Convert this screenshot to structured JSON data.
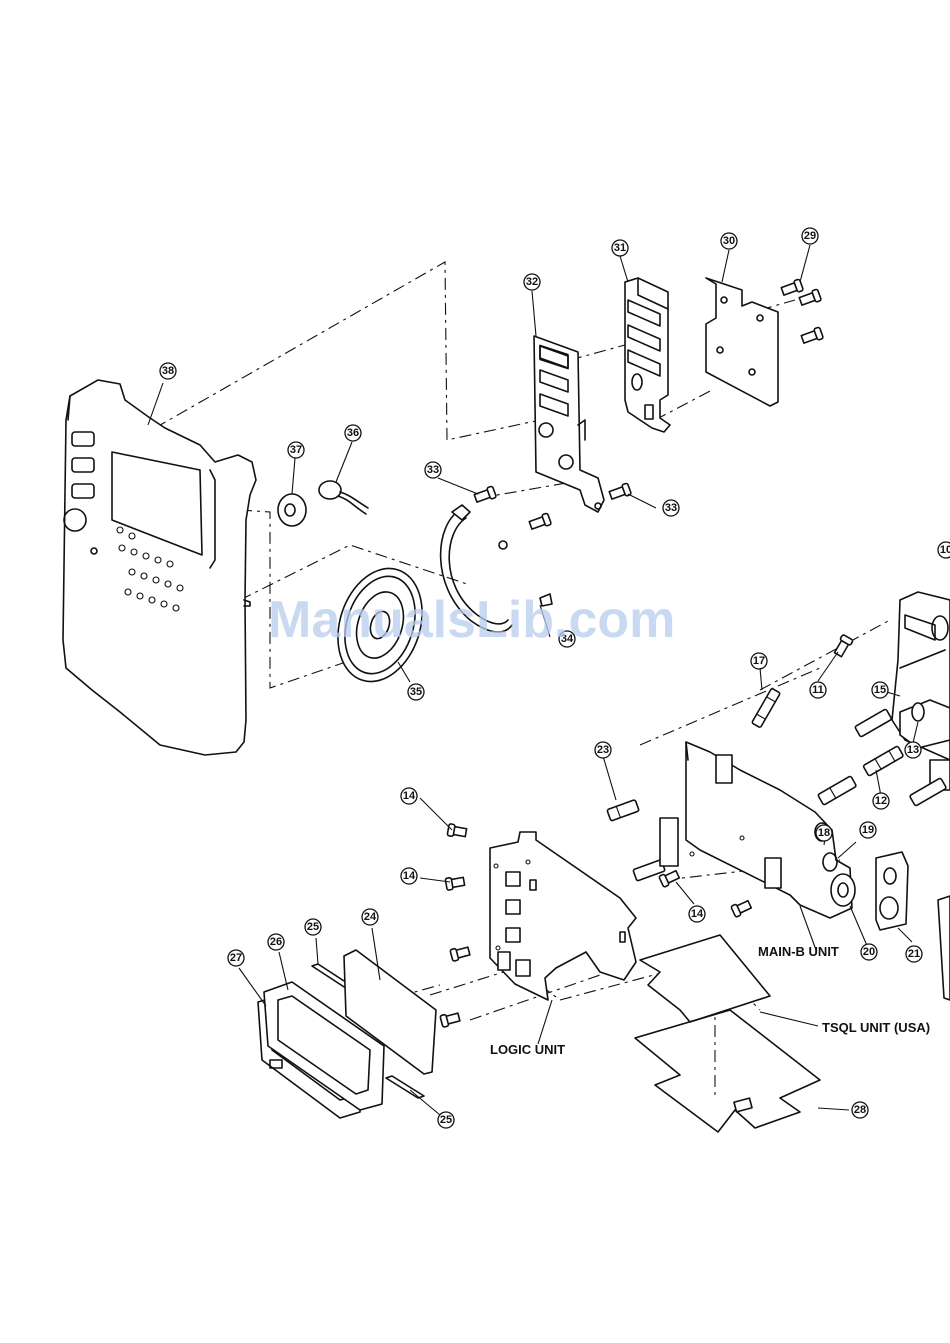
{
  "watermark": "ManualsLib.com",
  "unit_labels": {
    "main_b": "MAIN-B UNIT",
    "tsql": "TSQL UNIT (USA)",
    "logic": "LOGIC UNIT"
  },
  "callouts": {
    "c38": "38",
    "c37": "37",
    "c36": "36",
    "c35": "35",
    "c34": "34",
    "c33a": "33",
    "c33b": "33",
    "c32": "32",
    "c31": "31",
    "c30": "30",
    "c29": "29",
    "c10": "10",
    "c17": "17",
    "c11": "11",
    "c15": "15",
    "c23": "23",
    "c13": "13",
    "c12": "12",
    "c18": "18",
    "c19": "19",
    "c14a": "14",
    "c14b": "14",
    "c14c": "14",
    "c20": "20",
    "c21": "21",
    "c24": "24",
    "c25a": "25",
    "c25b": "25",
    "c26": "26",
    "c27": "27",
    "c28": "28"
  }
}
